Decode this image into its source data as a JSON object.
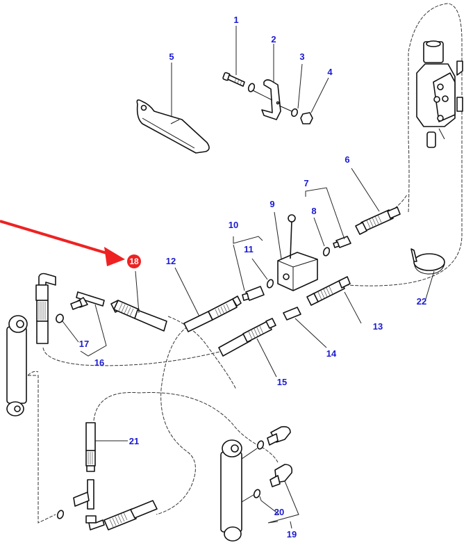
{
  "diagram": {
    "type": "exploded-parts-diagram",
    "subject": "hydraulic valve, hoses, fittings and cylinders",
    "label_color": "#1a1ad0",
    "highlight_color": "#ee2222",
    "highlighted_part": "18",
    "callouts": [
      {
        "id": "1",
        "part": "bolt"
      },
      {
        "id": "2",
        "part": "bracket"
      },
      {
        "id": "3",
        "part": "washer"
      },
      {
        "id": "4",
        "part": "nut"
      },
      {
        "id": "5",
        "part": "lever-arm"
      },
      {
        "id": "6",
        "part": "hose"
      },
      {
        "id": "7",
        "part": "adapter-kit"
      },
      {
        "id": "8",
        "part": "o-ring"
      },
      {
        "id": "9",
        "part": "valve-block-with-lever"
      },
      {
        "id": "10",
        "part": "adapter-kit"
      },
      {
        "id": "11",
        "part": "o-ring"
      },
      {
        "id": "12",
        "part": "hose"
      },
      {
        "id": "13",
        "part": "hose"
      },
      {
        "id": "14",
        "part": "adapter"
      },
      {
        "id": "15",
        "part": "hose"
      },
      {
        "id": "16",
        "part": "tee-adapter-kit"
      },
      {
        "id": "17",
        "part": "o-ring"
      },
      {
        "id": "18",
        "part": "hose"
      },
      {
        "id": "19",
        "part": "elbow-adapter-kit"
      },
      {
        "id": "20",
        "part": "o-ring"
      },
      {
        "id": "21",
        "part": "hose"
      },
      {
        "id": "22",
        "part": "hose-clamp"
      }
    ]
  }
}
